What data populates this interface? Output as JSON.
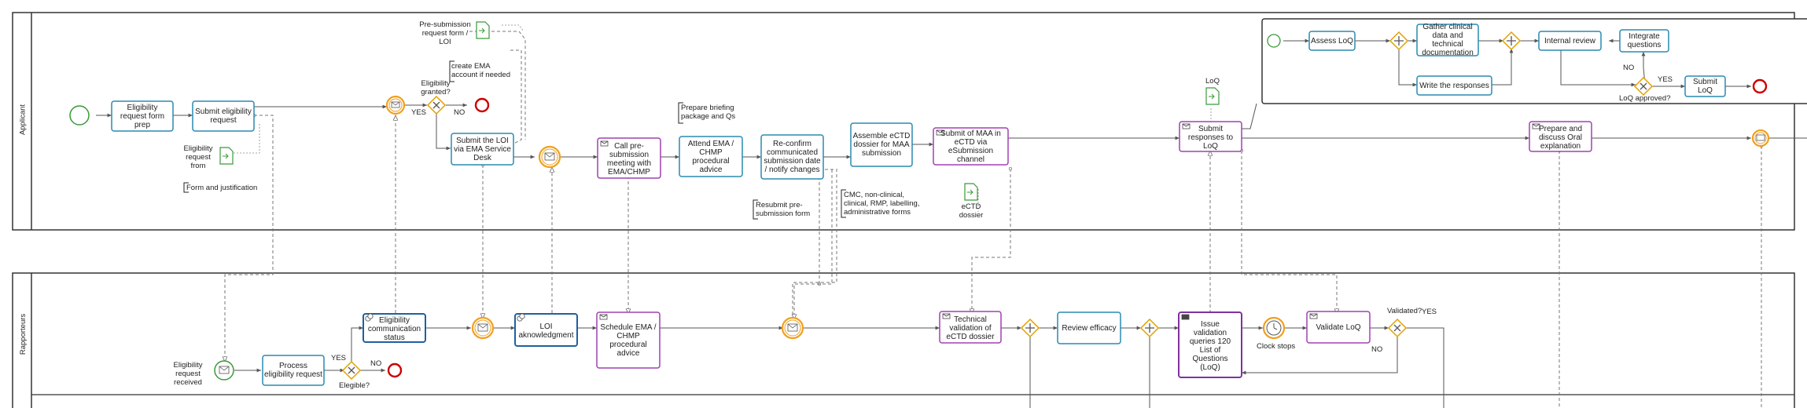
{
  "pools": {
    "applicant": "Applicant",
    "rapporteurs": "Rapporteurs"
  },
  "applicant_tasks": {
    "eligibility_form_prep": "Eligibility request form prep",
    "submit_eligibility": "Submit eligibility request",
    "submit_loi": "Submit the LOI via EMA Service Desk",
    "call_presubmission": "Call pre-submission meeting with EMA/CHMP",
    "attend_ema": "Attend EMA / CHMP procedural advice",
    "reconfirm": "Re-confirm communicated submission date / notify changes",
    "assemble_ectd": "Assemble eCTD dossier for MAA submission",
    "submit_maa": "Submit of MAA in eCTD via eSubmission channel",
    "submit_responses": "Submit responses to LoQ",
    "prepare_oral": "Prepare and discuss Oral explanation"
  },
  "subprocess": {
    "assess_loq": "Assess LoQ",
    "gather_clinical": "Gather clinical data and technical documentation",
    "write_responses": "Write the responses",
    "internal_review": "Internal review",
    "integrate_questions": "Integrate questions",
    "submit_loq": "Submit LoQ",
    "no": "NO",
    "yes": "YES",
    "loq_approved": "LoQ approved?"
  },
  "rapporteur_tasks": {
    "process_eligibility": "Process eligibility request",
    "eligibility_status": "Eligibility communication status",
    "loi_ack": "LOI aknowledgment",
    "schedule_ema": "Schedule EMA / CHMP procedural advice",
    "technical_validation": "Technical validation of eCTD dossier",
    "review_efficacy": "Review efficacy",
    "issue_validation": "Issue validation queries 120 List of Questions (LoQ)",
    "validate_loq": "Validate LoQ"
  },
  "gateways": {
    "eligibility_granted": "Eligibility granted?",
    "elegible": "Elegible?",
    "validated": "Validated?",
    "yes": "YES",
    "no": "NO"
  },
  "events": {
    "eligibility_request_received": "Eligibility request received",
    "clock_stops": "Clock stops"
  },
  "data_objects": {
    "presubmission_form": "Pre-submission request form / LOI",
    "eligibility_request_from": "Eligibility request from",
    "loq": "LoQ",
    "ectd_dossier": "eCTD dossier"
  },
  "annotations": {
    "create_ema_account": "create EMA account if needed",
    "form_justification": "Form and justification",
    "prepare_briefing": "Prepare briefing package and Qs",
    "resubmit_form": "Resubmit pre-submission form",
    "ctd_modules": "CMC, non-clinical, clinical, RMP, labelling, administrative forms"
  }
}
